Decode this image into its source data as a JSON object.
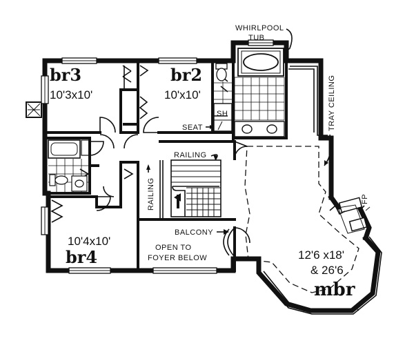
{
  "rooms": {
    "br3": {
      "name": "br3",
      "size": "10'3x10'"
    },
    "br2": {
      "name": "br2",
      "size": "10'x10'"
    },
    "br4": {
      "name": "br4",
      "size": "10'4x10'"
    },
    "mbr": {
      "name": "mbr",
      "size_line1": "12'6 x18'",
      "size_line2": "& 26'6"
    }
  },
  "labels": {
    "whirlpool": "WHIRLPOOL",
    "tub": "TUB",
    "tray_ceiling": "TRAY CEILING",
    "sh": "SH",
    "seat": "SEAT",
    "railing_top": "RAILING",
    "railing_side": "RAILING",
    "balcony": "BALCONY",
    "open_to": "OPEN TO",
    "foyer_below": "FOYER BELOW",
    "fp": "FP"
  }
}
